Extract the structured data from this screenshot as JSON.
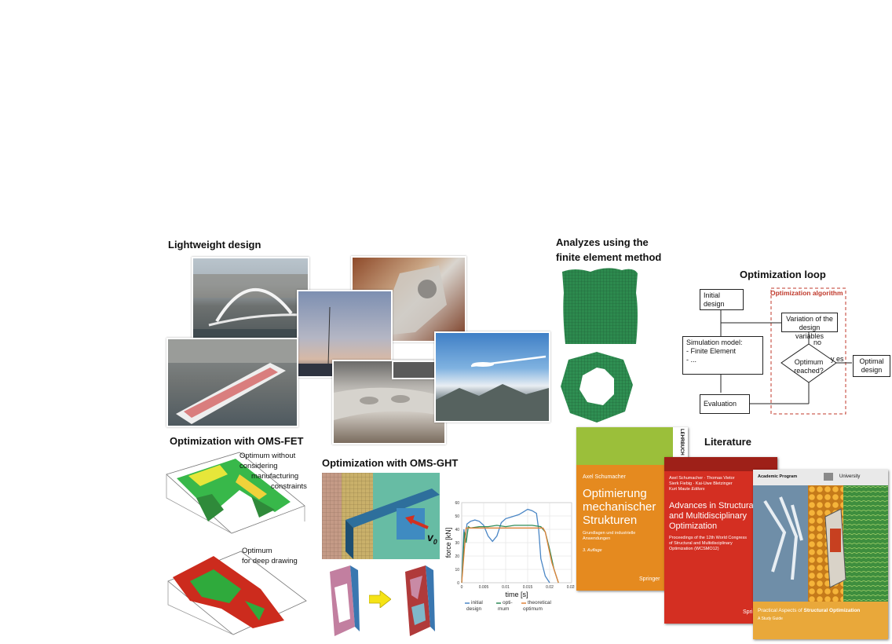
{
  "sections": {
    "lightweight": "Lightweight design",
    "fem_line1": "Analyzes using the",
    "fem_line2": "finite element method",
    "loop": "Optimization  loop",
    "fet": "Optimization  with OMS-FET",
    "ght": "Optimization  with OMS-GHT",
    "literature": "Literature"
  },
  "flowchart": {
    "initial": "Initial design",
    "algorithm_label": "Optimization algorithm",
    "variation": "Variation of the design variables",
    "simulation": "Simulation model:\n- Finite Element\n- ...",
    "no": "no",
    "yes": "y es",
    "optimum": "Optimum reached?",
    "optimal": "Optimal design",
    "evaluation": "Evaluation"
  },
  "fet_notes": {
    "note1_l1": "Optimum without",
    "note1_l2": "considering",
    "note1_l3": "manufacturing",
    "note1_l4": "constraints",
    "note2_l1": "Optimum",
    "note2_l2": "for deep drawing"
  },
  "ght": {
    "velocity_label": "v",
    "velocity_sub": "0"
  },
  "chart_data": {
    "type": "line",
    "xlabel": "time [s]",
    "ylabel": "force [kN]",
    "xlim": [
      0,
      0.025
    ],
    "ylim": [
      0,
      60
    ],
    "x_ticks": [
      "0",
      "0.005",
      "0.01",
      "0.015",
      "0.02",
      "0.025"
    ],
    "y_ticks": [
      "0",
      "10",
      "20",
      "30",
      "40",
      "50",
      "60"
    ],
    "legend": [
      {
        "name": "initial design",
        "color": "#4a86c5"
      },
      {
        "name": "opti-mum",
        "color": "#2e8b57"
      },
      {
        "name": "theoretical optimum",
        "color": "#e0833a"
      }
    ],
    "series": [
      {
        "name": "initial design",
        "color": "#4a86c5",
        "x": [
          0,
          0.0005,
          0.0008,
          0.0012,
          0.002,
          0.003,
          0.004,
          0.005,
          0.006,
          0.007,
          0.008,
          0.009,
          0.01,
          0.011,
          0.012,
          0.013,
          0.014,
          0.015,
          0.016,
          0.017,
          0.0175,
          0.018,
          0.019,
          0.02
        ],
        "y": [
          0,
          40,
          32,
          44,
          46,
          47,
          46,
          43,
          35,
          31,
          35,
          45,
          48,
          49,
          50,
          51,
          53,
          55,
          54,
          52,
          40,
          18,
          5,
          0
        ]
      },
      {
        "name": "opti-mum",
        "color": "#2e8b57",
        "x": [
          0,
          0.0006,
          0.001,
          0.0015,
          0.002,
          0.004,
          0.006,
          0.008,
          0.01,
          0.012,
          0.014,
          0.016,
          0.018,
          0.019,
          0.02,
          0.021,
          0.022
        ],
        "y": [
          0,
          38,
          30,
          42,
          41,
          42,
          42,
          43,
          42,
          43,
          43,
          43,
          42,
          38,
          25,
          10,
          0
        ]
      },
      {
        "name": "theoretical optimum",
        "color": "#e0833a",
        "x": [
          0,
          0.001,
          0.0015,
          0.002,
          0.004,
          0.006,
          0.008,
          0.01,
          0.012,
          0.014,
          0.016,
          0.0185,
          0.019,
          0.0205,
          0.022
        ],
        "y": [
          0,
          41,
          41,
          41,
          41,
          41,
          41,
          41,
          41,
          41,
          41,
          41,
          38,
          15,
          0
        ]
      }
    ]
  },
  "books": {
    "book1_author": "Axel Schumacher",
    "book1_title_l1": "Optimierung",
    "book1_title_l2": "mechanischer",
    "book1_title_l3": "Strukturen",
    "book1_sub_l1": "Grundlagen und industrielle",
    "book1_sub_l2": "Anwendungen",
    "book1_edition": "3. Auflage",
    "book1_publisher": "Springer",
    "book1_side": "LEHRBUCH",
    "book2_editors_l1": "Axel Schumacher · Thomas Vietor",
    "book2_editors_l2": "Sierk Fiebig · Kai-Uwe Bletzinger",
    "book2_editors_l3": "Kurt Maute",
    "book2_editors_tag": "Editors",
    "book2_title_l1": "Advances in Structural",
    "book2_title_l2": "and Multidisciplinary",
    "book2_title_l3": "Optimization",
    "book2_sub_l1": "Proceedings of the 12th World Congress",
    "book2_sub_l2": "of Structural and Multidisciplinary",
    "book2_sub_l3": "Optimization (WCSMO12)",
    "book2_publisher": "Springer",
    "book3_program": "Academic Program",
    "book3_university": "University",
    "book3_title_plain": "Practical Aspects of ",
    "book3_title_bold": "Structural Optimization",
    "book3_subtitle": "A Study Guide"
  }
}
